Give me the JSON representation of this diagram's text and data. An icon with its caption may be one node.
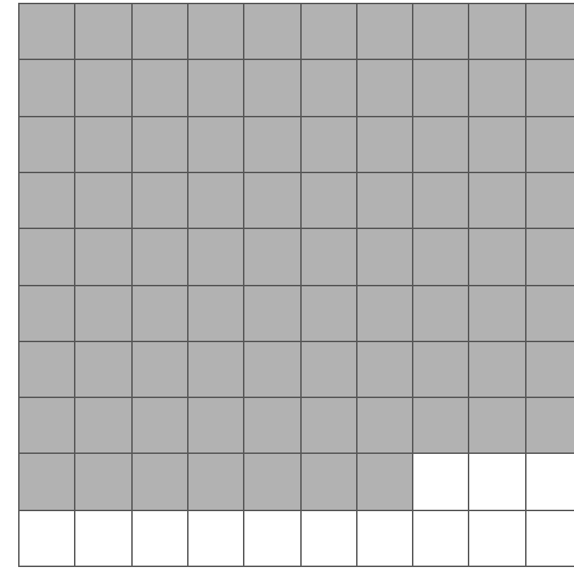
{
  "diagram": {
    "nodes": [
      {
        "text": [],
        "shape": "box"
      },
      {
        "text": [],
        "shape": "box"
      },
      {
        "text": [],
        "shape": "box"
      },
      {
        "text": [],
        "shape": "box"
      },
      {
        "text": [],
        "shape": "box"
      },
      {
        "text": [],
        "shape": "box"
      },
      {
        "text": [],
        "shape": "box"
      },
      {
        "text": [],
        "shape": "box"
      },
      {
        "text": [],
        "shape": "box"
      },
      {
        "text": [],
        "shape": "box"
      },
      {
        "text": [],
        "shape": "box"
      },
      {
        "text": [],
        "shape": "box"
      },
      {
        "text": [],
        "shape": "box"
      },
      {
        "text": [],
        "shape": "box"
      },
      {
        "text": [],
        "shape": "box"
      },
      {
        "text": [],
        "shape": "box"
      },
      {
        "text": [],
        "shape": "box"
      },
      {
        "text": [],
        "shape": "box"
      },
      {
        "text": [],
        "shape": "box"
      },
      {
        "text": [],
        "shape": "box"
      },
      {
        "text": [],
        "shape": "box"
      },
      {
        "text": [],
        "shape": "box"
      },
      {
        "text": [],
        "shape": "box"
      },
      {
        "text": [],
        "shape": "box"
      },
      {
        "text": [],
        "shape": "box"
      },
      {
        "text": [],
        "shape": "box"
      },
      {
        "text": [],
        "shape": "box"
      },
      {
        "text": [],
        "shape": "box"
      },
      {
        "text": [],
        "shape": "box"
      },
      {
        "text": [],
        "shape": "box"
      },
      {
        "text": [],
        "shape": "box"
      },
      {
        "text": [],
        "shape": "box"
      },
      {
        "text": [],
        "shape": "box"
      },
      {
        "text": [],
        "shape": "box"
      },
      {
        "text": [],
        "shape": "box"
      },
      {
        "text": [],
        "shape": "box"
      },
      {
        "text": [],
        "shape": "box"
      },
      {
        "text": [],
        "shape": "box"
      },
      {
        "text": [],
        "shape": "box"
      },
      {
        "text": [],
        "shape": "box"
      },
      {
        "text": [],
        "shape": "box"
      },
      {
        "text": [],
        "shape": "box"
      },
      {
        "text": [],
        "shape": "box"
      },
      {
        "text": [],
        "shape": "box"
      },
      {
        "text": [],
        "shape": "box"
      },
      {
        "text": [],
        "shape": "box"
      },
      {
        "text": [],
        "shape": "box"
      },
      {
        "text": [],
        "shape": "box"
      },
      {
        "text": [],
        "shape": "box"
      },
      {
        "text": [],
        "shape": "box"
      },
      {
        "text": [],
        "shape": "box"
      },
      {
        "text": [],
        "shape": "box"
      },
      {
        "text": [],
        "shape": "box"
      },
      {
        "text": [],
        "shape": "box"
      },
      {
        "text": [],
        "shape": "box"
      },
      {
        "text": [],
        "shape": "box"
      },
      {
        "text": [],
        "shape": "box"
      },
      {
        "text": [],
        "shape": "box"
      },
      {
        "text": [],
        "shape": "box"
      },
      {
        "text": [],
        "shape": "box"
      },
      {
        "text": [],
        "shape": "box"
      },
      {
        "text": [],
        "shape": "box"
      },
      {
        "text": [],
        "shape": "box"
      },
      {
        "text": [],
        "shape": "box"
      },
      {
        "text": [],
        "shape": "box"
      },
      {
        "text": [],
        "shape": "box"
      },
      {
        "text": [],
        "shape": "box"
      },
      {
        "text": [],
        "shape": "box"
      },
      {
        "text": [],
        "shape": "box"
      },
      {
        "text": [],
        "shape": "box"
      },
      {
        "text": [],
        "shape": "box"
      },
      {
        "text": [],
        "shape": "box"
      },
      {
        "text": [],
        "shape": "box"
      },
      {
        "text": [],
        "shape": "box"
      },
      {
        "text": [],
        "shape": "box"
      },
      {
        "text": [],
        "shape": "box"
      },
      {
        "text": [],
        "shape": "box"
      },
      {
        "text": [],
        "shape": "box"
      },
      {
        "text": [],
        "shape": "box"
      },
      {
        "text": [],
        "shape": "box"
      },
      {
        "text": [],
        "shape": "box"
      },
      {
        "text": [],
        "shape": "box"
      },
      {
        "text": [],
        "shape": "box"
      },
      {
        "text": [],
        "shape": "box"
      },
      {
        "text": [],
        "shape": "box"
      },
      {
        "text": [],
        "shape": "box"
      },
      {
        "text": [],
        "shape": "box"
      },
      {
        "text": [],
        "shape": "box"
      },
      {
        "text": [],
        "shape": "box"
      },
      {
        "text": [],
        "shape": "box"
      },
      {
        "text": [],
        "shape": "box"
      },
      {
        "text": [],
        "shape": "box"
      },
      {
        "text": [],
        "shape": "box"
      },
      {
        "text": [],
        "shape": "box"
      },
      {
        "text": [],
        "shape": "box"
      },
      {
        "text": [],
        "shape": "box"
      },
      {
        "text": [],
        "shape": "box"
      },
      {
        "text": [],
        "shape": "box"
      },
      {
        "text": [],
        "shape": "box"
      },
      {
        "text": [],
        "shape": "box"
      }
    ]
  }
}
